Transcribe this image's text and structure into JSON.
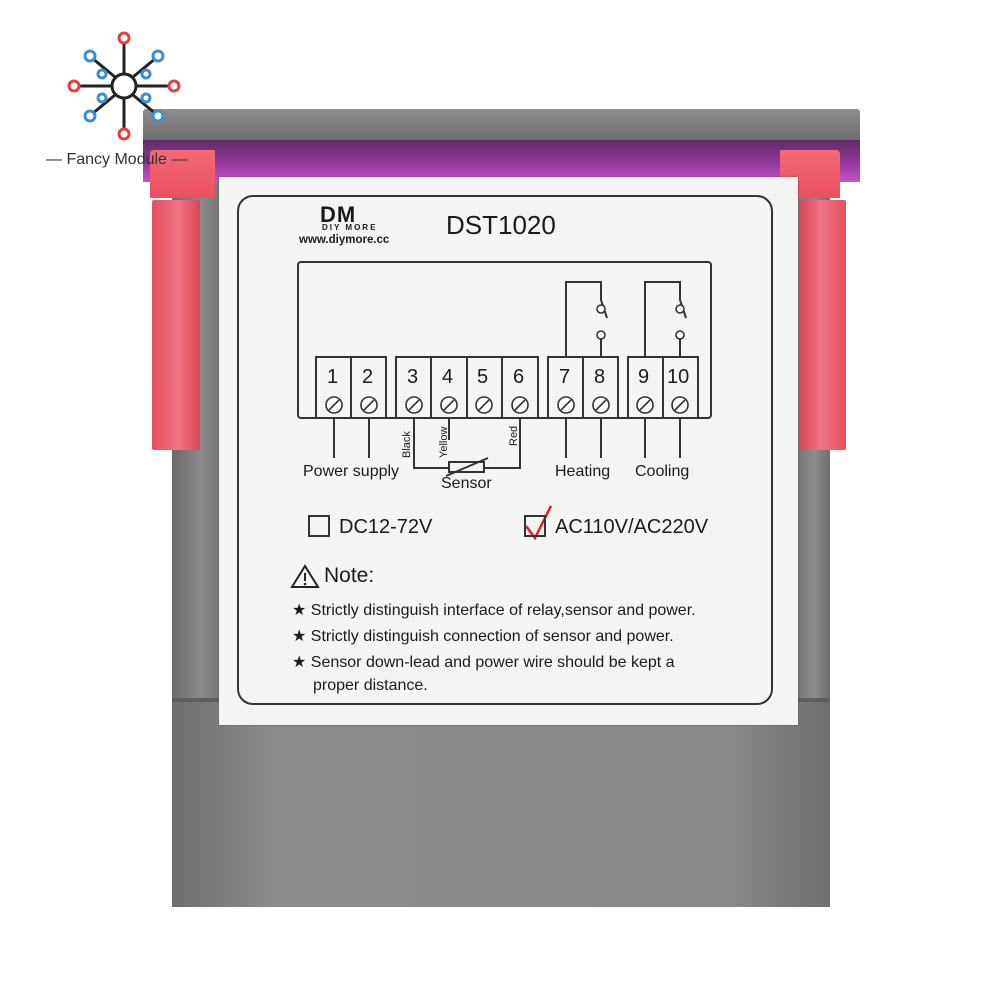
{
  "watermark": {
    "brand": "Fancy Module"
  },
  "label": {
    "logo_mark": "DM",
    "logo_sub": "DIY MORE",
    "logo_url": "www.diymore.cc",
    "model": "DST1020"
  },
  "terminals": [
    "1",
    "2",
    "3",
    "4",
    "5",
    "6",
    "7",
    "8",
    "9",
    "10"
  ],
  "wiring": {
    "power_supply": "Power supply",
    "black": "Black",
    "yellow": "Yellow",
    "red": "Red",
    "sensor": "Sensor",
    "heating": "Heating",
    "cooling": "Cooling"
  },
  "voltage": {
    "option1": "DC12-72V",
    "option2": "AC110V/AC220V",
    "selected": "AC110V/AC220V"
  },
  "note": {
    "title": "Note:",
    "lines": [
      "Strictly distinguish interface of relay,sensor and power.",
      "Strictly distinguish connection of sensor and power.",
      "Sensor down-lead and power wire should be kept a",
      "proper distance."
    ]
  },
  "colors": {
    "housing": "#7e7e7e",
    "clip": "#ee6472",
    "label": "#f4f4f3",
    "accent_red": "#d8232a"
  }
}
